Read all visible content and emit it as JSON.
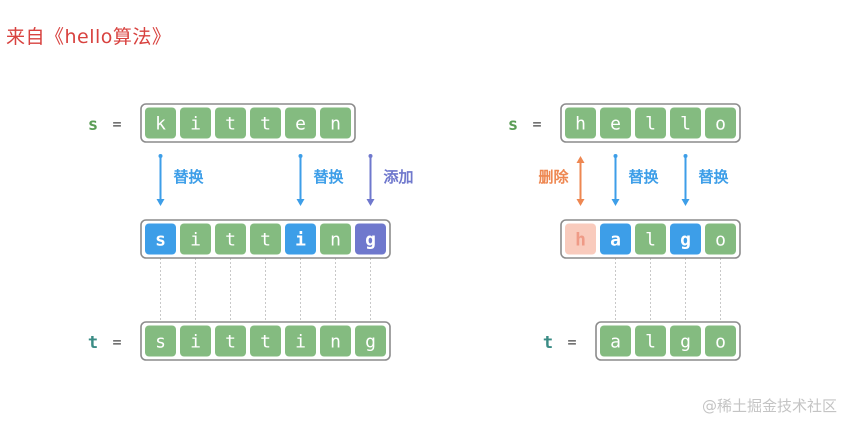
{
  "header": {
    "source": "来自《hello算法》"
  },
  "watermark": "@稀土掘金技术社区",
  "colors": {
    "green": "#84bb80",
    "blue": "#3d9ee8",
    "purple": "#6f78cd",
    "pink": "#f9cbbd",
    "orange": "#ee8751",
    "border": "#8c8c8c",
    "s_label": "#5b9d56",
    "t_label": "#3a8c85"
  },
  "examples": [
    {
      "s_label": "s",
      "eq": "=",
      "t_label": "t",
      "s": [
        "k",
        "i",
        "t",
        "t",
        "e",
        "n"
      ],
      "mid": [
        {
          "ch": "s",
          "state": "blue"
        },
        {
          "ch": "i",
          "state": "green"
        },
        {
          "ch": "t",
          "state": "green"
        },
        {
          "ch": "t",
          "state": "green"
        },
        {
          "ch": "i",
          "state": "blue"
        },
        {
          "ch": "n",
          "state": "green"
        },
        {
          "ch": "g",
          "state": "purple"
        }
      ],
      "t": [
        "s",
        "i",
        "t",
        "t",
        "i",
        "n",
        "g"
      ],
      "ops": [
        {
          "label": "替换",
          "type": "replace",
          "col": 0
        },
        {
          "label": "替换",
          "type": "replace",
          "col": 4
        },
        {
          "label": "添加",
          "type": "add",
          "col": 6
        }
      ]
    },
    {
      "s_label": "s",
      "eq": "=",
      "t_label": "t",
      "s": [
        "h",
        "e",
        "l",
        "l",
        "o"
      ],
      "mid": [
        {
          "ch": "h",
          "state": "pink"
        },
        {
          "ch": "a",
          "state": "blue"
        },
        {
          "ch": "l",
          "state": "green"
        },
        {
          "ch": "g",
          "state": "blue"
        },
        {
          "ch": "o",
          "state": "green"
        }
      ],
      "t": [
        "a",
        "l",
        "g",
        "o"
      ],
      "ops": [
        {
          "label": "删除",
          "type": "delete",
          "col": 0
        },
        {
          "label": "替换",
          "type": "replace",
          "col": 1
        },
        {
          "label": "替换",
          "type": "replace",
          "col": 3
        }
      ]
    }
  ]
}
